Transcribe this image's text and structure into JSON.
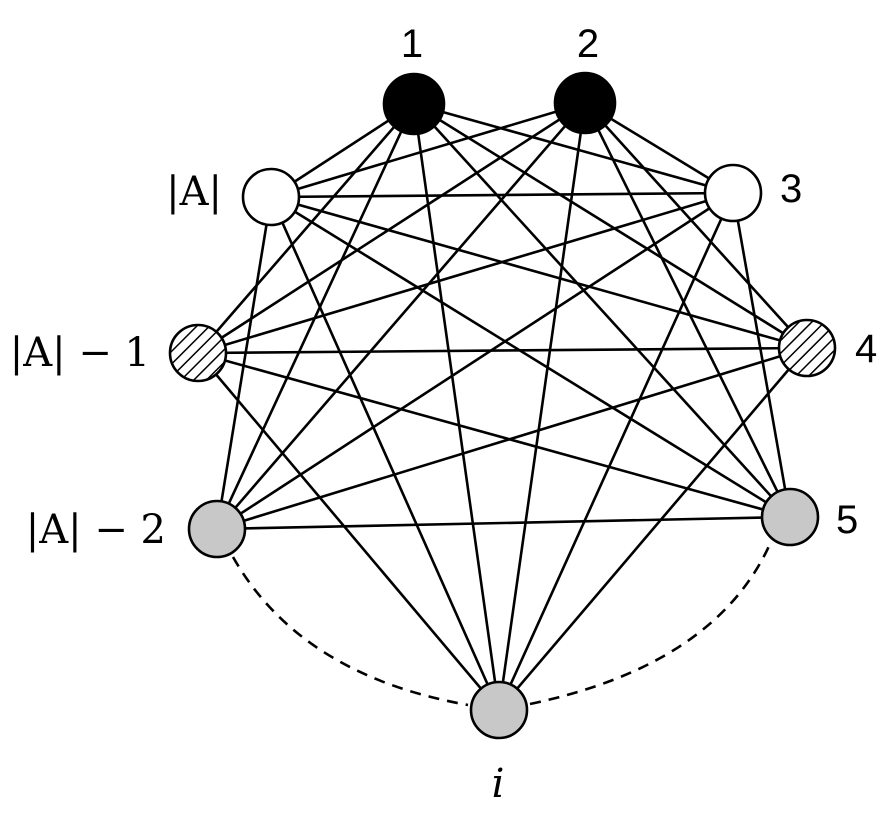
{
  "diagram": {
    "colors": {
      "stroke": "#000000",
      "solid": "#000000",
      "empty": "#ffffff",
      "gray": "#c8c8c8",
      "hatch": "#000000"
    },
    "nodes": [
      {
        "id": "n1",
        "label": "1",
        "fill": "solid"
      },
      {
        "id": "n2",
        "label": "2",
        "fill": "solid"
      },
      {
        "id": "n3",
        "label": "3",
        "fill": "empty"
      },
      {
        "id": "n4",
        "label": "4",
        "fill": "hatched"
      },
      {
        "id": "n5",
        "label": "5",
        "fill": "gray"
      },
      {
        "id": "ni",
        "label": "i",
        "fill": "gray"
      },
      {
        "id": "nA2",
        "label": "|A| − 2",
        "fill": "gray"
      },
      {
        "id": "nA1",
        "label": "|A| − 1",
        "fill": "hatched"
      },
      {
        "id": "nA",
        "label": "|A|",
        "fill": "empty"
      }
    ],
    "edges": "complete",
    "dashed_edges": [
      [
        "nA2",
        "ni"
      ],
      [
        "ni",
        "n5"
      ]
    ],
    "missing_edges": [
      [
        "n1",
        "n2"
      ],
      [
        "n3",
        "n4"
      ],
      [
        "n4",
        "n5"
      ],
      [
        "nA2",
        "nA1"
      ],
      [
        "nA1",
        "nA"
      ],
      [
        "nA2",
        "ni"
      ],
      [
        "ni",
        "n5"
      ]
    ]
  }
}
